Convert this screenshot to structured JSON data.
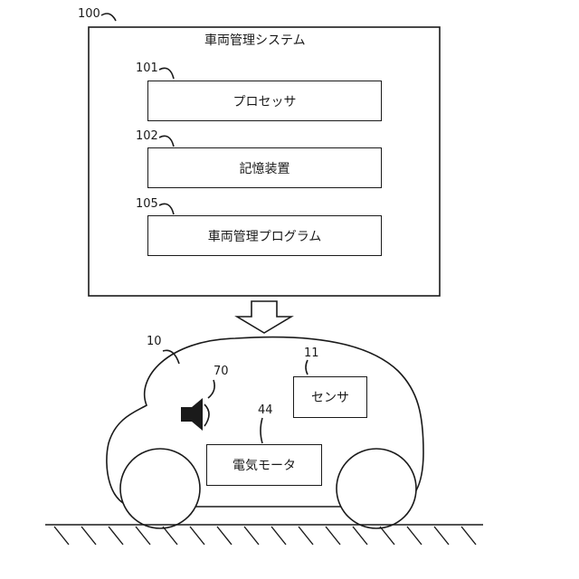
{
  "system": {
    "ref": "100",
    "title": "車両管理システム",
    "components": [
      {
        "ref": "101",
        "label": "プロセッサ"
      },
      {
        "ref": "102",
        "label": "記憶装置"
      },
      {
        "ref": "105",
        "label": "車両管理プログラム"
      }
    ]
  },
  "vehicle": {
    "ref": "10",
    "sensor": {
      "ref": "11",
      "label": "センサ"
    },
    "speaker": {
      "ref": "70"
    },
    "motor": {
      "ref": "44",
      "label": "電気モータ"
    }
  }
}
